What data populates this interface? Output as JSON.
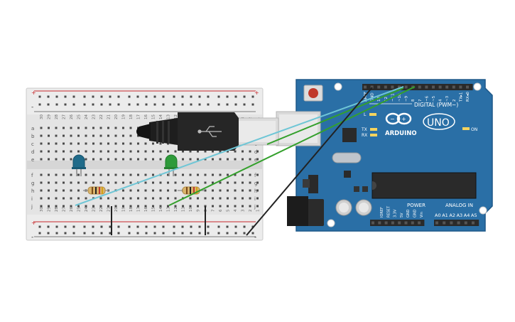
{
  "breadboard": {
    "columns": 30,
    "row_letters_top": [
      "a",
      "b",
      "c",
      "d",
      "e"
    ],
    "row_letters_bottom": [
      "f",
      "g",
      "h",
      "i",
      "j"
    ],
    "rail_plus": "+",
    "rail_minus": "-"
  },
  "arduino": {
    "brand": "ARDUINO",
    "model": "UNO",
    "digital_label": "DIGITAL (PWM~)",
    "power_label": "POWER",
    "analog_label": "ANALOG IN",
    "on_label": "ON",
    "tx_label": "TX",
    "rx_label": "RX",
    "l_label": "L",
    "digital_pins": [
      "AREF",
      "GND",
      "13",
      "12",
      "~11",
      "~10",
      "~9",
      "8",
      "7",
      "~6",
      "~5",
      "4",
      "~3",
      "2",
      "TX▸1",
      "RX◂0"
    ],
    "power_pins": [
      "IOREF",
      "RESET",
      "3.3V",
      "5V",
      "GND",
      "GND",
      "Vin"
    ],
    "analog_pins": [
      "A0",
      "A1",
      "A2",
      "A3",
      "A4",
      "A5"
    ]
  },
  "components": {
    "leds": [
      {
        "name": "blue-led",
        "color": "#1f6b8a"
      },
      {
        "name": "green-led",
        "color": "#2e9a3a"
      }
    ],
    "resistor_count": 2
  },
  "wires": {
    "blue_wire_color": "#6ec6d6",
    "green_wire_color": "#34a02c",
    "black_wire_color": "#222222"
  },
  "colors": {
    "board_blue": "#2a6fa6",
    "breadboard": "#e6e6e6",
    "rail_red": "#c8292c"
  }
}
